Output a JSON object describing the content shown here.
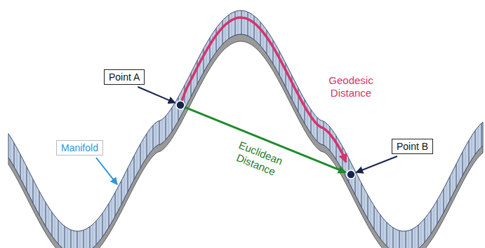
{
  "diagram": {
    "nodes": [
      {
        "text": [
          "Point A"
        ]
      },
      {
        "text": [
          "Point B"
        ]
      },
      {
        "text": [
          "Manifold"
        ]
      }
    ],
    "labels": [
      "Geodesic Distance",
      "Euclidean Distance"
    ]
  }
}
